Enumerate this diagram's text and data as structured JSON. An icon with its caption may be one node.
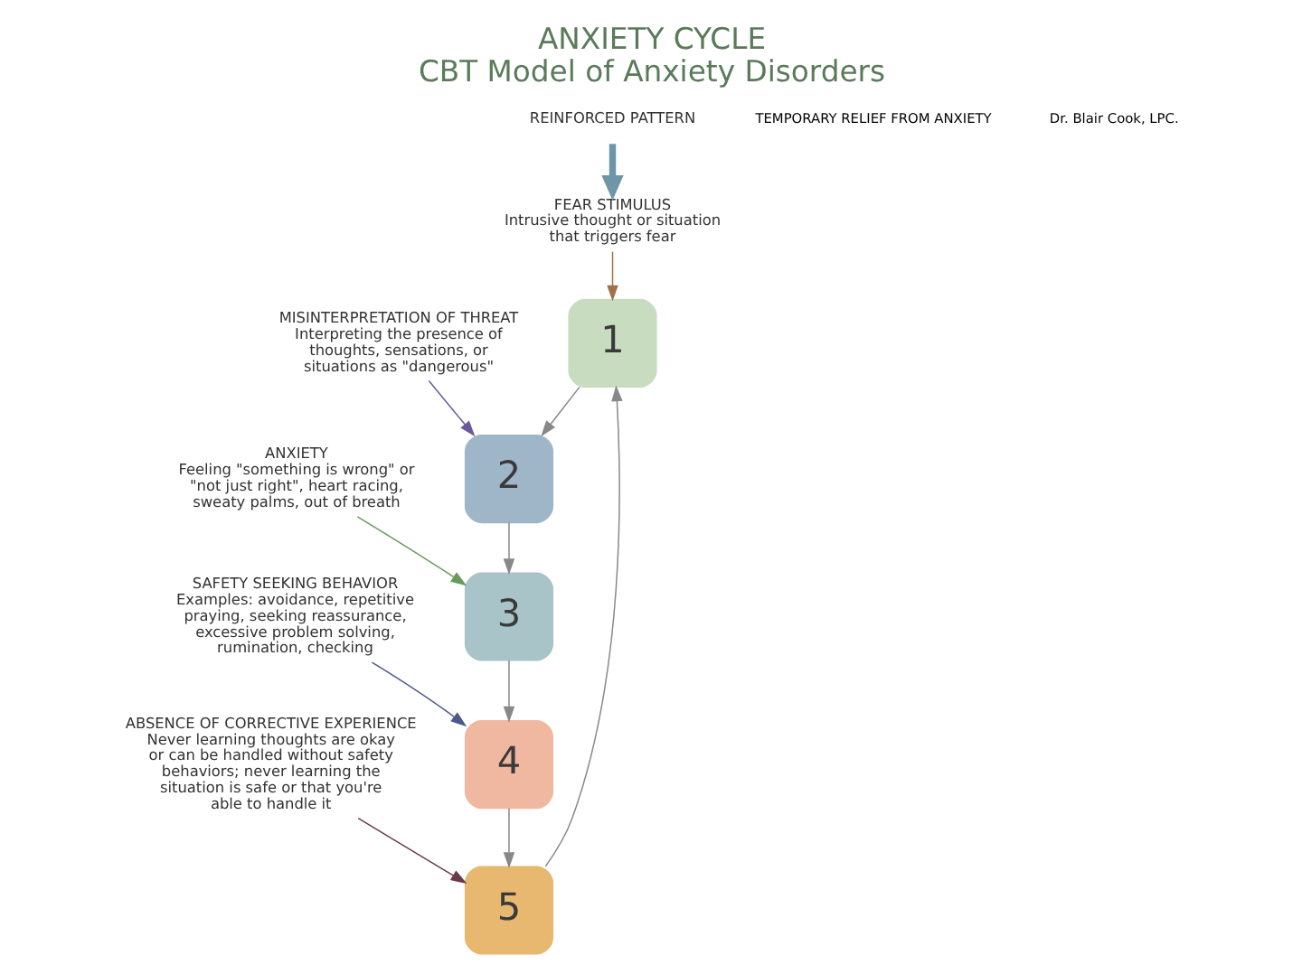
{
  "diagram": {
    "title": "ANXIETY CYCLE",
    "caption": "CBT Model of Anxiety Disorders",
    "nodes": [
      {
        "text": [
          "1"
        ]
      },
      {
        "text": [
          "2"
        ]
      },
      {
        "text": [
          "3"
        ]
      },
      {
        "text": [
          "4"
        ]
      },
      {
        "text": [
          "5"
        ]
      },
      {
        "text": [
          "FEAR STIMULUS",
          "Intrusive thought or situation that triggers fear"
        ]
      },
      {
        "text": [
          "MISINTERPRETATION OF THREAT",
          "Interpreting the presence of thoughts, sensations, or situations as \"dangerous\""
        ]
      },
      {
        "text": [
          "ANXIETY",
          "Feeling \"something is wrong\" or \"not just right\", heart racing, sweaty palms, out of breath"
        ]
      },
      {
        "text": [
          "SAFETY SEEKING BEHAVIOR",
          "Examples: avoidance, repetitive praying, seeking reassurance, excessive problem solving, rumination, checking"
        ]
      },
      {
        "text": [
          "ABSENCE OF CORRECTIVE EXPERIENCE",
          "Never learning thoughts are okay or can be handled without safety behaviors; never learning the situation is safe or that you're able to handle it"
        ]
      },
      {
        "text": [
          "REINFORCED PATTERN"
        ]
      }
    ],
    "edges": [
      {
        "from": 0,
        "to": 1,
        "arrow": "to"
      },
      {
        "from": 1,
        "to": 2,
        "arrow": "to"
      },
      {
        "from": 2,
        "to": 3,
        "arrow": "to"
      },
      {
        "from": 3,
        "to": 4,
        "arrow": "to"
      },
      {
        "from": 4,
        "to": 0,
        "arrow": "to"
      },
      {
        "from": 5,
        "to": 0,
        "arrow": "to",
        "color": "#a0704a"
      },
      {
        "from": 6,
        "to": 1,
        "arrow": "to",
        "color": "#6a5a9a"
      },
      {
        "from": 7,
        "to": 2,
        "arrow": "to",
        "color": "#6a9a5a"
      },
      {
        "from": 8,
        "to": 3,
        "arrow": "to",
        "color": "#4a5a8a"
      },
      {
        "from": 9,
        "to": 4,
        "arrow": "to",
        "color": "#6a3a4a"
      },
      {
        "from": 10,
        "to": 5,
        "arrow": "to",
        "style": "thick",
        "color": "#6f95a8"
      }
    ],
    "labels": [
      "TEMPORARY RELIEF FROM ANXIETY",
      "Dr. Blair Cook, LPC."
    ]
  }
}
